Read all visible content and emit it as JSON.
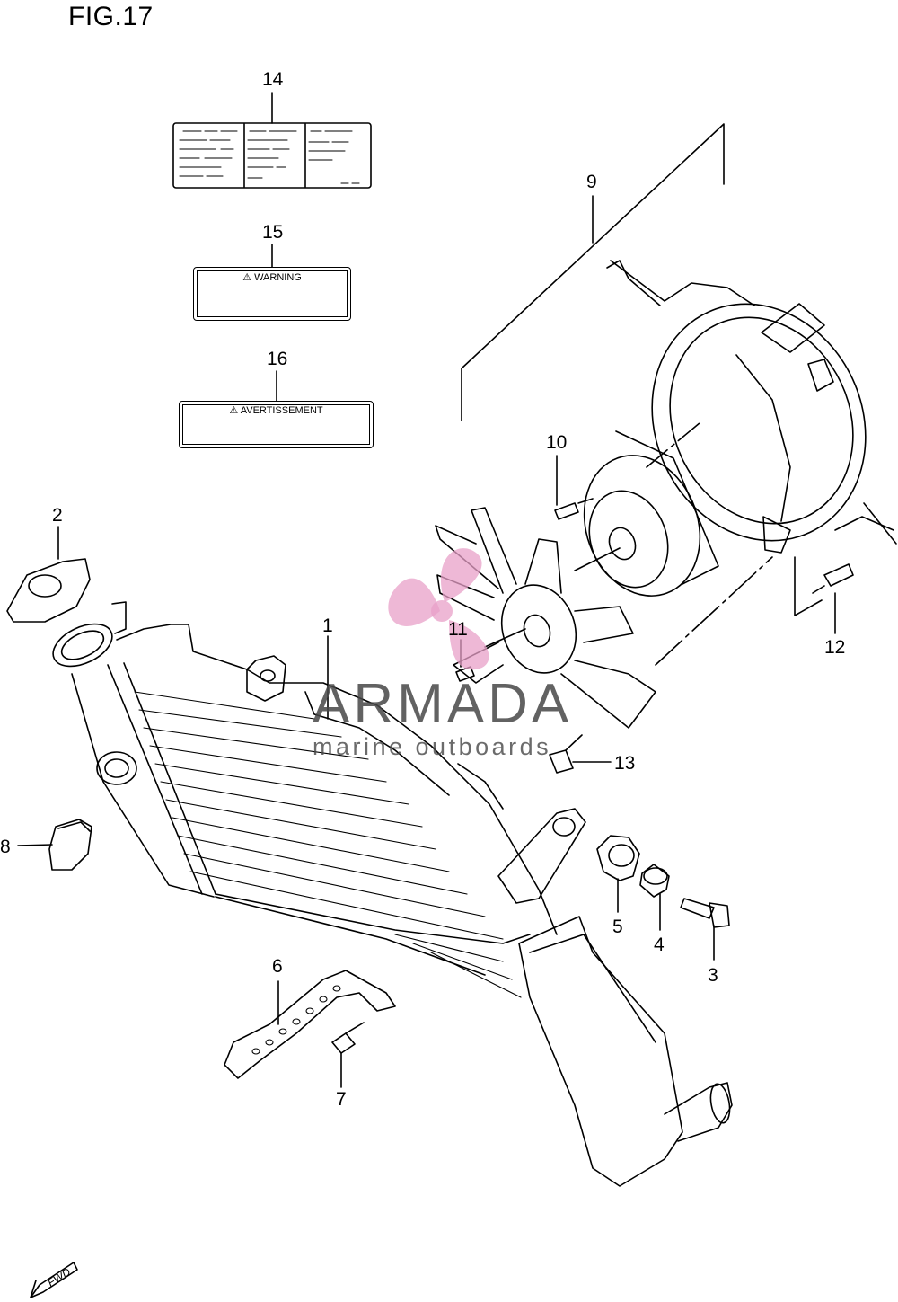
{
  "figure": {
    "title": "FIG.17"
  },
  "labels": {
    "warning_heading": "WARNING",
    "avertissement_heading": "AVERTISSEMENT"
  },
  "watermark": {
    "brand": "ARMADA",
    "tagline": "marine outboards",
    "accent_color": "#e8a0c8"
  },
  "fwd_badge": "FWD",
  "callouts": [
    {
      "id": "1",
      "text": "1"
    },
    {
      "id": "2",
      "text": "2"
    },
    {
      "id": "3",
      "text": "3"
    },
    {
      "id": "4",
      "text": "4"
    },
    {
      "id": "5",
      "text": "5"
    },
    {
      "id": "6",
      "text": "6"
    },
    {
      "id": "7",
      "text": "7"
    },
    {
      "id": "8",
      "text": "8"
    },
    {
      "id": "9",
      "text": "9"
    },
    {
      "id": "10",
      "text": "10"
    },
    {
      "id": "11",
      "text": "11"
    },
    {
      "id": "12",
      "text": "12"
    },
    {
      "id": "13",
      "text": "13"
    },
    {
      "id": "14",
      "text": "14"
    },
    {
      "id": "15",
      "text": "15"
    },
    {
      "id": "16",
      "text": "16"
    }
  ]
}
